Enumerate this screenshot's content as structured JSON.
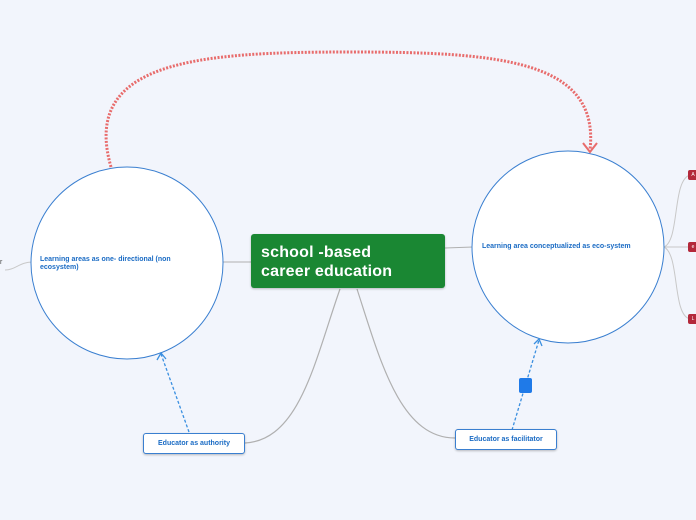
{
  "central_topic": {
    "line1": "school -based",
    "line2": "career education"
  },
  "left_circle": {
    "label": "Learning areas as one- directional (non ecosystem)"
  },
  "right_circle": {
    "label": "Learning area conceptualized as eco-system"
  },
  "educator_authority": {
    "label": "Educator as authority"
  },
  "educator_facilitator": {
    "label": "Educator as facilitator"
  },
  "left_stub": {
    "label": "r"
  },
  "right_tags": [
    {
      "label": "A"
    },
    {
      "label": "e"
    },
    {
      "label": "L"
    }
  ],
  "colors": {
    "background": "#f2f5fc",
    "central_fill": "#1a8733",
    "node_text": "#1a6bc4",
    "relation_arc": "#e86c6c",
    "dashed_link": "#3a8fe0",
    "branch_line": "#b0b0b0",
    "tag_fill": "#b3283a"
  }
}
